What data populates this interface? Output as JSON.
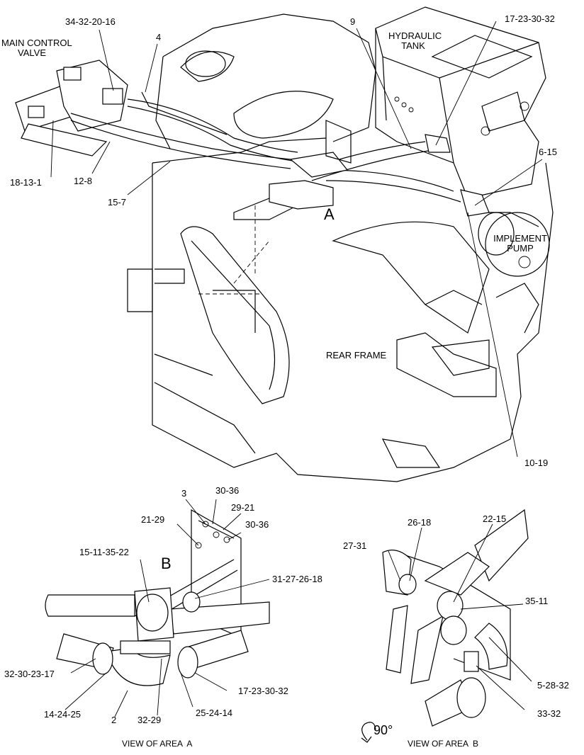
{
  "labels": {
    "main_control_valve": "MAIN CONTROL\nVALVE",
    "hydraulic_tank": "HYDRAULIC\nTANK",
    "implement_pump": "IMPLEMENT\nPUMP",
    "rear_frame": "REAR FRAME",
    "area_a": "A",
    "area_b": "B",
    "view_area_a": "VIEW OF AREA  A",
    "view_area_b": "VIEW OF AREA  B",
    "rotation": "90°"
  },
  "callouts_top": {
    "c34_32_20_16": "34-32-20-16",
    "c4": "4",
    "c9": "9",
    "c17_23_30_32": "17-23-30-32",
    "c6_15": "6-15",
    "c18_13_1": "18-13-1",
    "c12_8": "12-8",
    "c15_7": "15-7",
    "c10_19": "10-19"
  },
  "callouts_a": {
    "c3": "3",
    "c30_36_a": "30-36",
    "c29_21": "29-21",
    "c21_29": "21-29",
    "c30_36_b": "30-36",
    "c15_11_35_22": "15-11-35-22",
    "c31_27_26_18": "31-27-26-18",
    "c32_30_23_17": "32-30-23-17",
    "c14_24_25": "14-24-25",
    "c2": "2",
    "c32_29": "32-29",
    "c25_24_14": "25-24-14",
    "c17_23_30_32": "17-23-30-32"
  },
  "callouts_b": {
    "c27_31": "27-31",
    "c26_18": "26-18",
    "c22_15": "22-15",
    "c35_11": "35-11",
    "c5_28_32": "5-28-32",
    "c33_32": "33-32"
  }
}
